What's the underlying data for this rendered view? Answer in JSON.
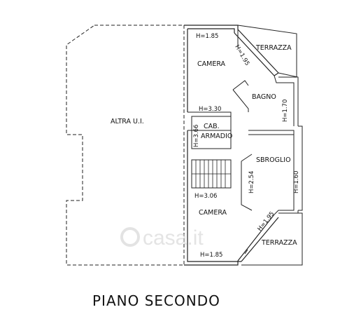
{
  "plan": {
    "title": "PIANO SECONDO",
    "watermark": "casa.it",
    "rooms": {
      "altra_ui": "ALTRA U.I.",
      "camera_top": "CAMERA",
      "terrazza_top": "TERRAZZA",
      "bagno": "BAGNO",
      "cab_armadio_line1": "CAB.",
      "cab_armadio_line2": "ARMADIO",
      "sbroglio": "SBROGLIO",
      "camera_bottom": "CAMERA",
      "terrazza_bottom": "TERRAZZA"
    },
    "heights": {
      "camera_top": "H=1.85",
      "terrazza_top_diag": "H=1.95",
      "bagno": "H=1.70",
      "cab_armadio_top": "H=3.30",
      "cab_armadio_side": "H=3.66",
      "sbroglio_left": "H=2.54",
      "sbroglio_right": "H=1.60",
      "stair": "H=3.06",
      "terrazza_bottom_diag": "H=1.95",
      "camera_bottom": "H=1.85"
    }
  }
}
